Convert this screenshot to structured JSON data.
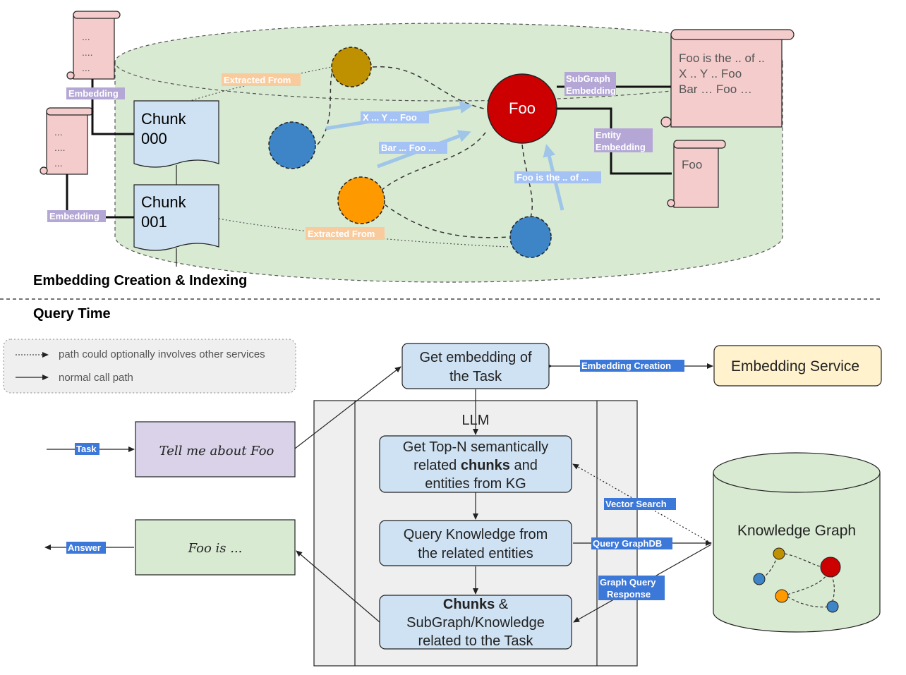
{
  "sections": {
    "indexing_title": "Embedding Creation & Indexing",
    "query_title": "Query Time"
  },
  "legend": {
    "dotted_label": "path could optionally involves other services",
    "solid_label": "normal call path"
  },
  "indexing": {
    "chunks": [
      {
        "line1": "Chunk",
        "line2": "000"
      },
      {
        "line1": "Chunk",
        "line2": "001"
      }
    ],
    "scroll_dots": [
      "...",
      "....",
      "..."
    ],
    "embedding_tag": "Embedding",
    "extracted_from_tag": "Extracted From",
    "foo_node": "Foo",
    "arrow_labels": [
      "X ... Y ... Foo",
      "Bar ... Foo ...",
      "Foo is the .. of ..."
    ],
    "subgraph_tag": [
      "SubGraph",
      "Embedding"
    ],
    "entity_tag": [
      "Entity",
      "Embedding"
    ],
    "subgraph_scroll": [
      "Foo is the .. of ..",
      "X .. Y .. Foo",
      "Bar … Foo …"
    ],
    "entity_scroll": "Foo"
  },
  "query": {
    "task_tag": "Task",
    "task_box": "Tell me about Foo",
    "answer_tag": "Answer",
    "answer_box": "Foo is ...",
    "get_embedding": [
      "Get embedding of",
      "the Task"
    ],
    "embedding_creation_tag": "Embedding Creation",
    "embedding_service": "Embedding Service",
    "llm_label": "LLM",
    "step1": {
      "l1": "Get Top-N semantically",
      "l2_pre": "related ",
      "l2_bold": "chunks",
      "l2_post": " and",
      "l3": "entities from KG"
    },
    "step2": [
      "Query Knowledge from",
      "the related entities"
    ],
    "step3": {
      "l1_bold": "Chunks",
      "l1_post": " &",
      "l2": "SubGraph/Knowledge",
      "l3": "related to the Task"
    },
    "vector_search_tag": "Vector Search",
    "query_graphdb_tag": "Query GraphDB",
    "graph_query_tag": [
      "Graph Query",
      "Response"
    ],
    "knowledge_graph": "Knowledge Graph"
  },
  "colors": {
    "green_cylinder": "#d9ead3",
    "chunk_blue": "#cfe2f3",
    "scroll_pink": "#f4cccc",
    "foo_red": "#cc0000",
    "node_blue": "#3d85c6",
    "node_orange": "#ff9900",
    "node_gold": "#bf9000",
    "task_purple": "#d9d2e9",
    "embedding_service_yellow": "#fff2cc",
    "tag_blue": "#3c78d8",
    "tag_purple": "#b4a7d6"
  }
}
